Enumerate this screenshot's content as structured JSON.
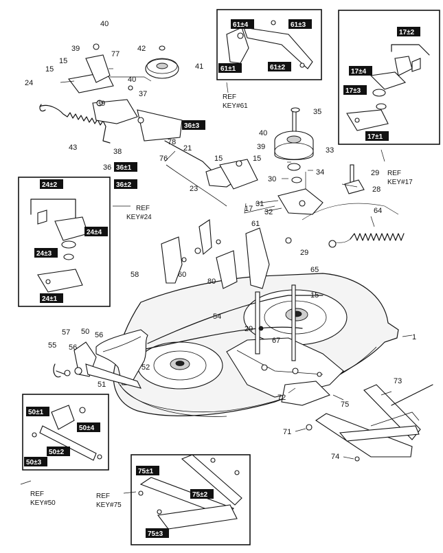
{
  "part_numbers": [
    "1",
    "15",
    "15",
    "15",
    "15",
    "15",
    "17",
    "21",
    "23",
    "24",
    "28",
    "29",
    "29",
    "29",
    "30",
    "31",
    "32",
    "33",
    "34",
    "35",
    "36",
    "37",
    "38",
    "39",
    "39",
    "39",
    "40",
    "40",
    "40",
    "41",
    "42",
    "43",
    "50",
    "51",
    "52",
    "54",
    "55",
    "56",
    "56",
    "57",
    "58",
    "60",
    "61",
    "64",
    "65",
    "67",
    "71",
    "72",
    "73",
    "74",
    "75",
    "76",
    "77",
    "78",
    "80"
  ],
  "callout_tags": [
    "61±4",
    "61±3",
    "61±1",
    "61±2",
    "17±2",
    "17±4",
    "17±3",
    "17±1",
    "36±3",
    "36±1",
    "36±2",
    "24±2",
    "24±4",
    "24±3",
    "24±1",
    "50±1",
    "50±4",
    "50±2",
    "50±3",
    "75±1",
    "75±2",
    "75±3"
  ],
  "ref_labels": {
    "ref_word": "REF",
    "key61": "KEY#61",
    "key17": "KEY#17",
    "key24": "KEY#24",
    "key50": "KEY#50",
    "key75": "KEY#75"
  }
}
